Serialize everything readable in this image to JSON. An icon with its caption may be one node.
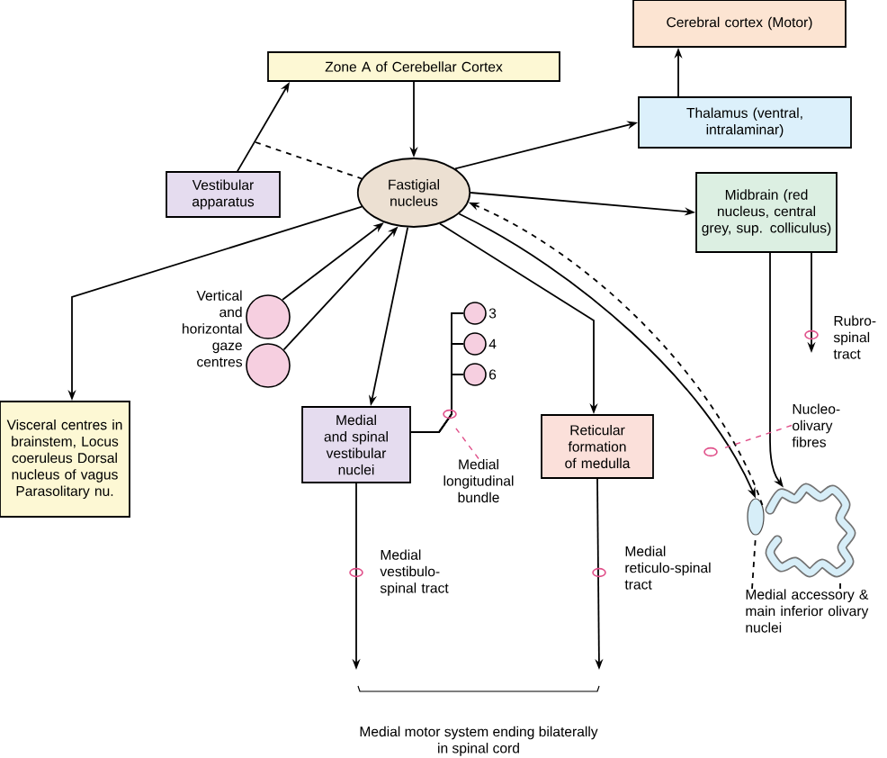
{
  "diagram": {
    "nodes": [
      {
        "text": [
          "Cerebral cortex (Motor)"
        ]
      },
      {
        "text": [
          "Zone A of Cerebellar Cortex"
        ]
      },
      {
        "text": [
          "Thalamus (ventral, intralaminar)"
        ]
      },
      {
        "text": [
          "Vestibular apparatus"
        ]
      },
      {
        "text": [
          "Fastigial nucleus"
        ]
      },
      {
        "text": [
          "Midbrain (red nucleus, central grey, sup. colliculus)"
        ]
      },
      {
        "text": [],
        "shape": "circle"
      },
      {
        "text": [],
        "shape": "circle"
      },
      {
        "text": [
          "Visceral centres in brainstem, Locus coeruleus Dorsal nucleus of vagus Parasolitary nu."
        ]
      },
      {
        "text": [
          "Medial and spinal vestibular nuclei"
        ]
      },
      {
        "text": [],
        "shape": "circle",
        "beside": [
          "3"
        ]
      },
      {
        "text": [],
        "shape": "circle",
        "beside": [
          "4"
        ]
      },
      {
        "text": [],
        "shape": "circle",
        "beside": [
          "6"
        ]
      },
      {
        "text": [
          "Reticular formation of medulla"
        ]
      },
      {
        "text": [
          "Medial accessory & main inferior olivary nuclei"
        ]
      },
      {
        "text": [],
        "shape": "ellipse"
      },
      {
        "text": [],
        "shape": "squiggle"
      },
      {
        "text": [
          "Medial motor system ending bilaterally in spinal cord"
        ]
      },
      {
        "text": [
          "Medial longitudinal bundle"
        ]
      },
      {
        "text": [
          "Nucleo-olivary fibres"
        ]
      }
    ],
    "edges": [
      {
        "from": 1,
        "to": 4,
        "arrow": "to"
      },
      {
        "from": 3,
        "to": 1,
        "arrow": "to"
      },
      {
        "from": 3,
        "to": 4,
        "arrow": "none",
        "style": "dashed"
      },
      {
        "from": 4,
        "to": 2,
        "arrow": "to"
      },
      {
        "from": 4,
        "to": 5,
        "arrow": "to"
      },
      {
        "from": 2,
        "to": 0,
        "arrow": "to"
      },
      {
        "from": 6,
        "to": 4,
        "arrow": "to"
      },
      {
        "from": 7,
        "to": 4,
        "arrow": "to"
      },
      {
        "from": 4,
        "to": 8,
        "arrow": "to"
      },
      {
        "from": 4,
        "to": 9,
        "arrow": "to"
      },
      {
        "from": 4,
        "to": 13,
        "arrow": "to"
      },
      {
        "from": 4,
        "to": 15,
        "arrow": "to"
      },
      {
        "from": 15,
        "to": 4,
        "arrow": "to",
        "style": "dashed"
      },
      {
        "from": 5,
        "to": 16,
        "arrow": "to"
      },
      {
        "from": 5,
        "to": null,
        "arrow": "to",
        "label": "Rubro-spinal tract"
      },
      {
        "from": 9,
        "to": 10,
        "arrow": "none"
      },
      {
        "from": 9,
        "to": 11,
        "arrow": "none"
      },
      {
        "from": 9,
        "to": 12,
        "arrow": "none"
      },
      {
        "from": 18,
        "to": null,
        "arrow": "none",
        "style": "dashed",
        "color": "#e0508a"
      },
      {
        "from": 19,
        "to": null,
        "arrow": "none",
        "style": "dashed",
        "color": "#e0508a"
      },
      {
        "from": 14,
        "to": 15,
        "arrow": "none",
        "style": "dashed"
      },
      {
        "from": 14,
        "to": 16,
        "arrow": "none",
        "style": "dashed"
      },
      {
        "from": 9,
        "to": 17,
        "arrow": "to",
        "label": "Medial vestibulo-spinal tract"
      },
      {
        "from": 13,
        "to": 17,
        "arrow": "to",
        "label": "Medial reticulo-spinal tract"
      }
    ],
    "labels": [
      "Vertical and horizontal gaze centres"
    ]
  }
}
